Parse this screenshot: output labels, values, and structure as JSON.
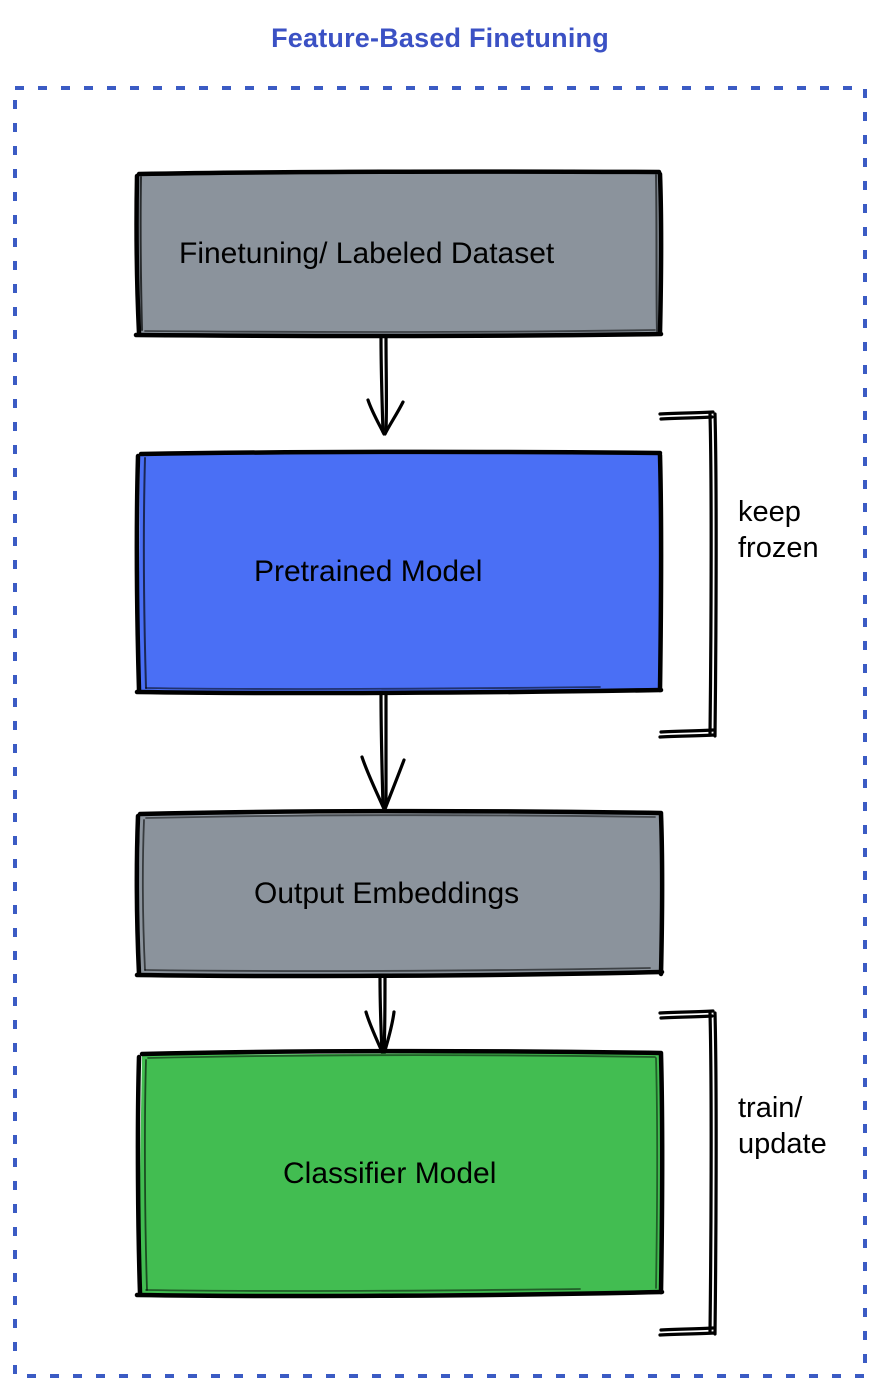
{
  "diagram": {
    "title": "Feature-Based Finetuning",
    "title_color": "#3b51c4",
    "border_color": "#3b5bc4",
    "border_style": "dashed",
    "background": "#ffffff",
    "type": "flowchart",
    "style": "hand-drawn sketch"
  },
  "nodes": [
    {
      "id": "dataset",
      "label": "Finetuning/ Labeled Dataset",
      "fill": "#8b939c",
      "stroke": "#000000",
      "shape": "rectangle"
    },
    {
      "id": "pretrained",
      "label": "Pretrained Model",
      "fill": "#4a6ff5",
      "stroke": "#000000",
      "shape": "rectangle"
    },
    {
      "id": "embeddings",
      "label": "Output Embeddings",
      "fill": "#8b939c",
      "stroke": "#000000",
      "shape": "rectangle"
    },
    {
      "id": "classifier",
      "label": "Classifier Model",
      "fill": "#42bd51",
      "stroke": "#000000",
      "shape": "rectangle"
    }
  ],
  "edges": [
    {
      "from": "dataset",
      "to": "pretrained",
      "style": "arrow"
    },
    {
      "from": "pretrained",
      "to": "embeddings",
      "style": "arrow"
    },
    {
      "from": "embeddings",
      "to": "classifier",
      "style": "arrow"
    }
  ],
  "annotations": [
    {
      "id": "keep-frozen",
      "text": "keep\nfrozen",
      "targets": [
        "pretrained"
      ],
      "bracket": "right"
    },
    {
      "id": "train-update",
      "text": "train/\nupdate",
      "targets": [
        "classifier"
      ],
      "bracket": "right"
    }
  ]
}
